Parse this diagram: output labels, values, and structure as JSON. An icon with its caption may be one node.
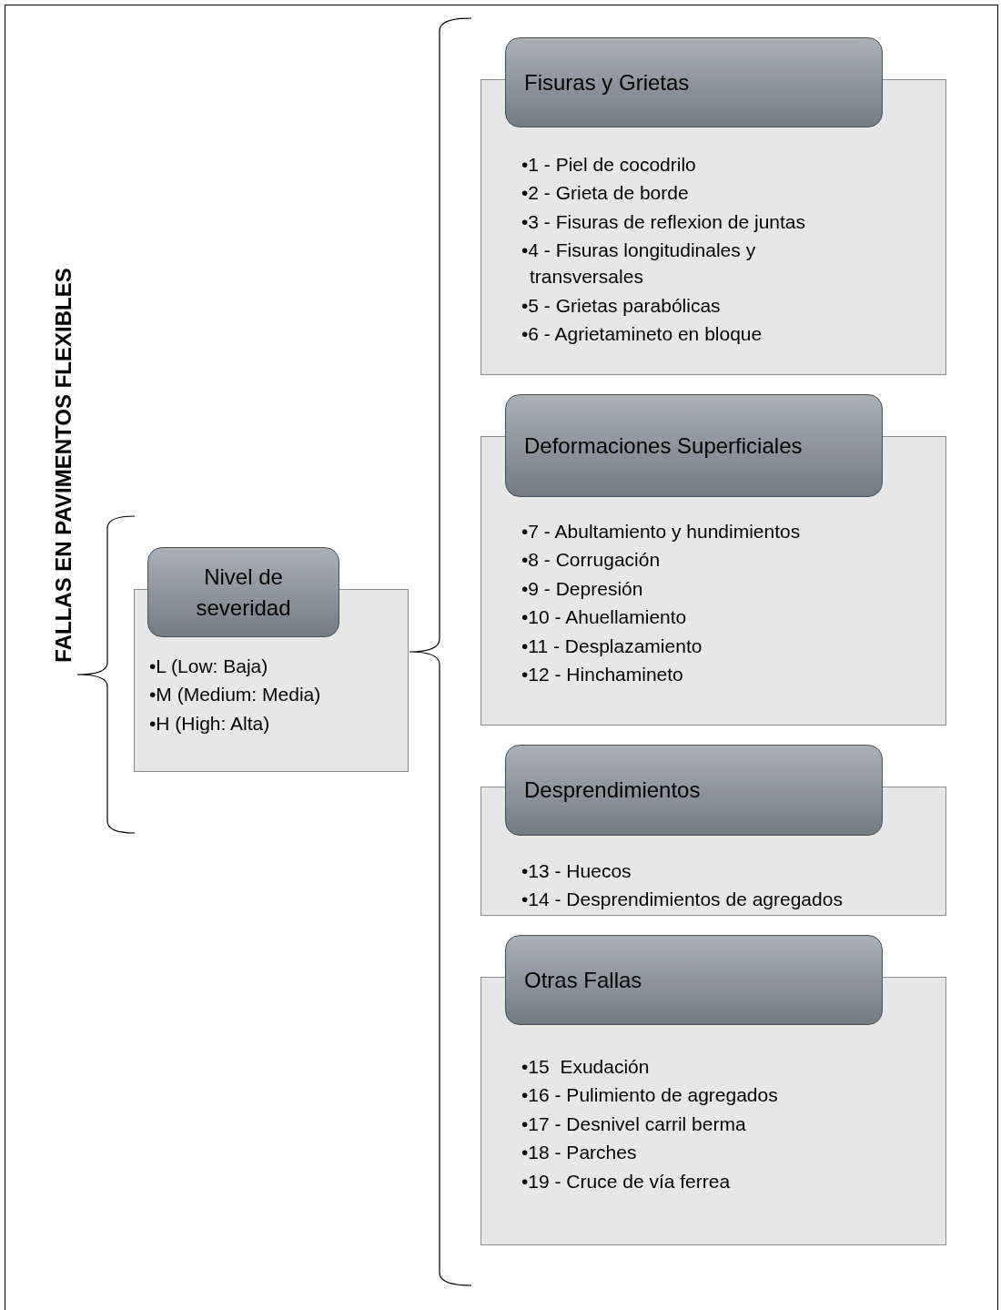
{
  "diagram": {
    "title": "FALLAS EN PAVIMENTOS FLEXIBLES",
    "nodes": [
      {
        "text": [
          "Nivel de severidad",
          "•L (Low: Baja)",
          "•M (Medium: Media)",
          "•H (High: Alta)"
        ]
      },
      {
        "text": [
          "Fisuras y Grietas",
          "•1 - Piel de cocodrilo",
          "•2 - Grieta de borde",
          "•3 - Fisuras de reflexion de juntas",
          "•4 - Fisuras longitudinales y transversales",
          "•5 - Grietas parabólicas",
          "•6 - Agrietamineto en bloque"
        ]
      },
      {
        "text": [
          "Deformaciones Superficiales",
          "•7 - Abultamiento y hundimientos",
          "•8 - Corrugación",
          "•9 - Depresión",
          "•10 - Ahuellamiento",
          "•11 - Desplazamiento",
          "•12 - Hinchamineto"
        ]
      },
      {
        "text": [
          "Desprendimientos",
          "•13 - Huecos",
          "•14 - Desprendimientos de agregados"
        ]
      },
      {
        "text": [
          "Otras Fallas",
          "•15  Exudación",
          "•16 - Pulimiento de agregados",
          "•17 - Desnivel carril berma",
          "•18 - Parches",
          "•19 - Cruce de vía ferrea"
        ]
      }
    ]
  }
}
